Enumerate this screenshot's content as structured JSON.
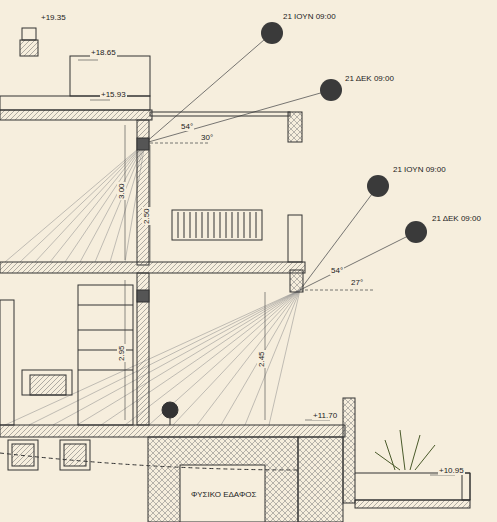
{
  "diagram": {
    "labels": [
      "+19.35",
      "+18.65",
      "+15.93",
      "21 ΙΟΥΝ 09:00",
      "21 ΔΕΚ 09:00",
      "54°",
      "30°",
      "21 ΙΟΥΝ 09:00",
      "21 ΔΕΚ 09:00",
      "54°",
      "27°",
      "3.00",
      "2.50",
      "2.95",
      "2.45",
      "+11.70",
      "+10.95",
      "ΦΥΣΙΚΟ ΕΔΑΦΟΣ"
    ]
  }
}
